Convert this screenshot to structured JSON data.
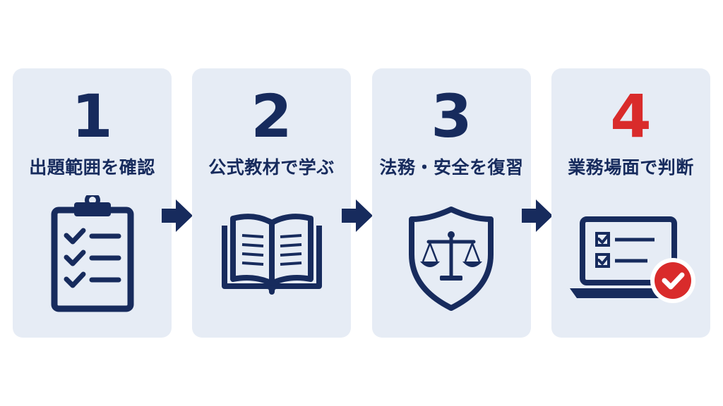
{
  "colors": {
    "navy": "#172b5d",
    "red": "#d92b2b",
    "card_bg": "#e6ecf5"
  },
  "steps": [
    {
      "number": "1",
      "label": "出題範囲を確認",
      "icon": "clipboard-checklist-icon",
      "number_color": "#172b5d"
    },
    {
      "number": "2",
      "label": "公式教材で学ぶ",
      "icon": "open-book-icon",
      "number_color": "#172b5d"
    },
    {
      "number": "3",
      "label": "法務・安全を復習",
      "icon": "shield-scales-icon",
      "number_color": "#172b5d"
    },
    {
      "number": "4",
      "label": "業務場面で判断",
      "icon": "laptop-checklist-icon",
      "number_color": "#d92b2b"
    }
  ],
  "connectors": [
    "arrow-right-icon",
    "arrow-right-icon",
    "arrow-right-icon"
  ]
}
